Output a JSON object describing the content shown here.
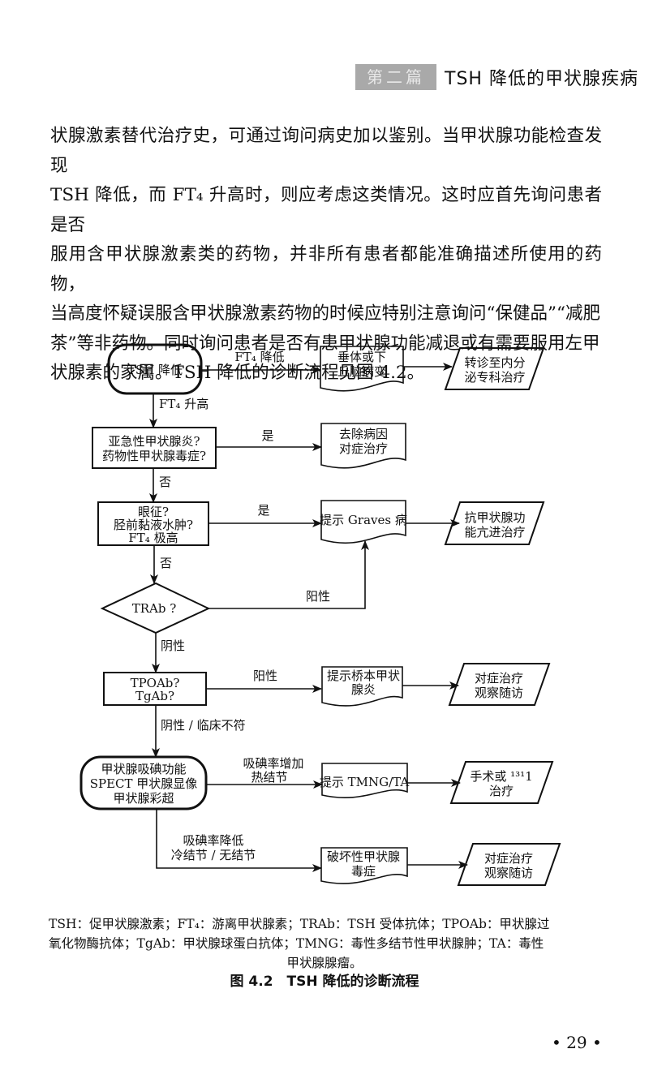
{
  "header": {
    "part_label": "第二篇",
    "chapter_title": "TSH 降低的甲状腺疾病"
  },
  "body": {
    "paragraph_lines": [
      "状腺激素替代治疗史，可通过询问病史加以鉴别。当甲状腺功能检查发现",
      "TSH 降低，而 FT₄ 升高时，则应考虑这类情况。这时应首先询问患者是否",
      "服用含甲状腺激素类的药物，并非所有患者都能准确描述所使用的药物，",
      "当高度怀疑误服含甲状腺激素药物的时候应特别注意询问“保健品”“减肥",
      "茶”等非药物。同时询问患者是否有患甲状腺功能减退或有需要服用左甲",
      "状腺素的家属。TSH 降低的诊断流程见图 4.2。"
    ]
  },
  "flowchart": {
    "nodes": {
      "start": "TSH 降低",
      "pituitary": [
        "垂体或下",
        "丘脑病变"
      ],
      "referral": [
        "转诊至内分",
        "泌专科治疗"
      ],
      "q_subacute": [
        "亚急性甲状腺炎?",
        "药物性甲状腺毒症?"
      ],
      "remove_cause": [
        "去除病因",
        "对症治疗"
      ],
      "q_eye": [
        "眼征?",
        "胫前黏液水肿?",
        "FT₄ 极高"
      ],
      "graves": "提示 Graves 病",
      "antithyroid": [
        "抗甲状腺功",
        "能亢进治疗"
      ],
      "q_trab": "TRAb ?",
      "q_tpoab": [
        "TPOAb?",
        "TgAb?"
      ],
      "hashimoto": [
        "提示桥本甲状",
        "腺炎"
      ],
      "symptomatic_1": [
        "对症治疗",
        "观察随访"
      ],
      "imaging": [
        "甲状腺吸碘功能",
        "SPECT 甲状腺显像",
        "甲状腺彩超"
      ],
      "tmng": "提示 TMNG/TA",
      "surgery": [
        "手术或 ¹³¹1",
        "治疗"
      ],
      "destructive": [
        "破坏性甲状腺",
        "毒症"
      ],
      "symptomatic_2": [
        "对症治疗",
        "观察随访"
      ]
    },
    "edges": {
      "ft4_low": "FT₄ 降低",
      "ft4_high": "FT₄ 升高",
      "yes_1": "是",
      "no_1": "否",
      "yes_2": "是",
      "no_2": "否",
      "positive_trab": "阳性",
      "negative_trab": "阴性",
      "positive_tpo": "阳性",
      "negative_tpo": "阴性 / 临床不符",
      "uptake_high": [
        "吸碘率增加",
        "热结节"
      ],
      "uptake_low": [
        "吸碘率降低",
        "冷结节 / 无结节"
      ]
    }
  },
  "legend": {
    "lines": [
      "TSH：促甲状腺激素；FT₄：游离甲状腺素；TRAb：TSH 受体抗体；TPOAb：甲状腺过",
      "氧化物酶抗体；TgAb：甲状腺球蛋白抗体；TMNG：毒性多结节性甲状腺肿；TA：毒性",
      "甲状腺腺瘤。"
    ]
  },
  "caption": "图 4.2　TSH 降低的诊断流程",
  "page_number": "• 29 •"
}
